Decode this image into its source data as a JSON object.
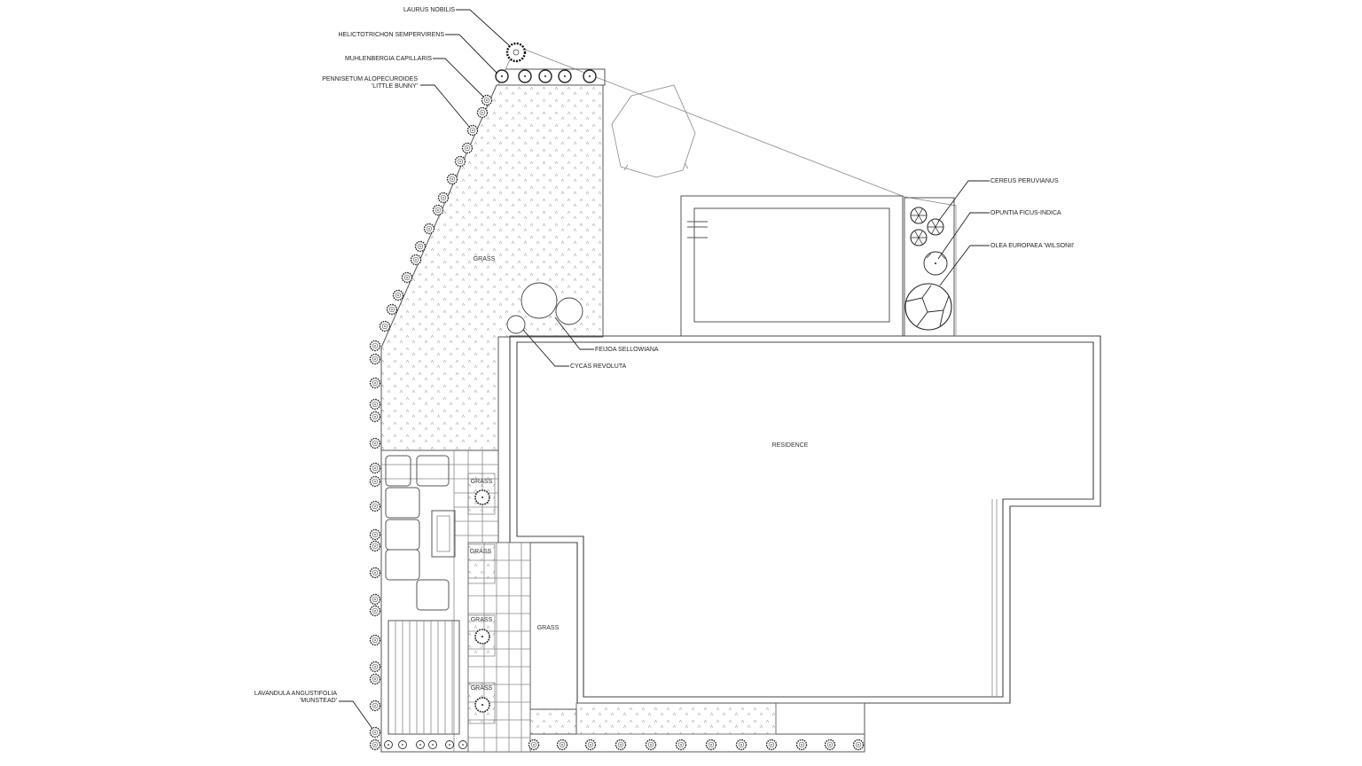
{
  "plants": {
    "laurus": "LAURUS NOBILIS",
    "helictotrichon": "HELICTOTRICHON SEMPERVIRENS",
    "muhlenbergia": "MUHLENBERGIA CAPILLARIS",
    "pennisetum_1": "PENNISETUM ALOPECUROIDES",
    "pennisetum_2": "'LITTLE BUNNY'",
    "cereus": "CEREUS PERUVIANUS",
    "opuntia": "OPUNTIA FICUS-INDICA",
    "olea": "OLEA EUROPAEA 'WILSONII'",
    "feijoa": "FEIJOA SELLOWIANA",
    "cycas": "CYCAS REVOLUTA",
    "lavandula_1": "LAVANDULA ANGUSTIFOLIA",
    "lavandula_2": "'MUNSTEAD'"
  },
  "areas": {
    "grass_main": "GRASS",
    "grass_bed_1": "GRASS",
    "grass_bed_2": "GRASS",
    "grass_bed_3": "GRASS",
    "grass_bed_4": "GRASS",
    "grass_side": "GRASS",
    "residence": "RESIDENCE"
  },
  "colors": {
    "line": "#555555",
    "text": "#222222",
    "background": "#ffffff"
  }
}
